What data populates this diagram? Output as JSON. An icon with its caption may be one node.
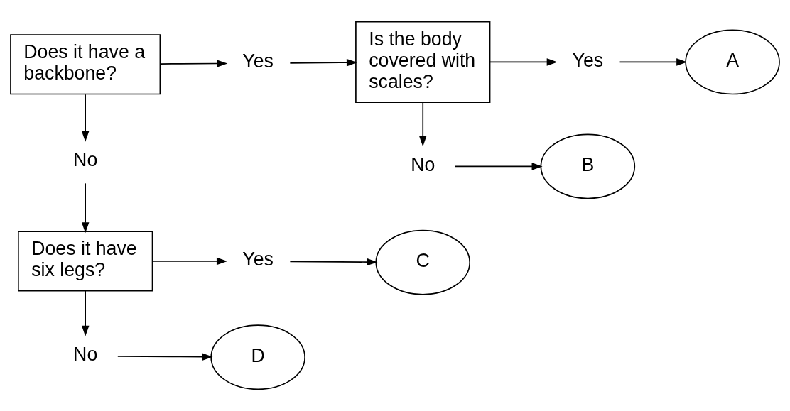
{
  "diagram": {
    "nodes": [
      {
        "text": [
          "Does it have a backbone?"
        ]
      },
      {
        "text": [
          "Yes"
        ]
      },
      {
        "text": [
          "Is the body covered with scales?"
        ]
      },
      {
        "text": [
          "Yes"
        ]
      },
      {
        "text": [
          "A"
        ]
      },
      {
        "text": [
          "No"
        ]
      },
      {
        "text": [
          "B"
        ]
      },
      {
        "text": [
          "No"
        ]
      },
      {
        "text": [
          "Does it have six legs?"
        ]
      },
      {
        "text": [
          "Yes"
        ]
      },
      {
        "text": [
          "C"
        ]
      },
      {
        "text": [
          "No"
        ]
      },
      {
        "text": [
          "D"
        ]
      }
    ],
    "edges": [
      {
        "from": 0,
        "to": 1,
        "arrow": "to"
      },
      {
        "from": 1,
        "to": 2,
        "arrow": "to"
      },
      {
        "from": 2,
        "to": 3,
        "arrow": "to"
      },
      {
        "from": 3,
        "to": 4,
        "arrow": "to"
      },
      {
        "from": 2,
        "to": 5,
        "arrow": "to"
      },
      {
        "from": 5,
        "to": 6,
        "arrow": "to"
      },
      {
        "from": 0,
        "to": 7,
        "arrow": "to"
      },
      {
        "from": 7,
        "to": 8,
        "arrow": "to"
      },
      {
        "from": 8,
        "to": 9,
        "arrow": "to"
      },
      {
        "from": 9,
        "to": 10,
        "arrow": "to"
      },
      {
        "from": 8,
        "to": 11,
        "arrow": "to"
      },
      {
        "from": 11,
        "to": 12,
        "arrow": "to"
      }
    ]
  }
}
